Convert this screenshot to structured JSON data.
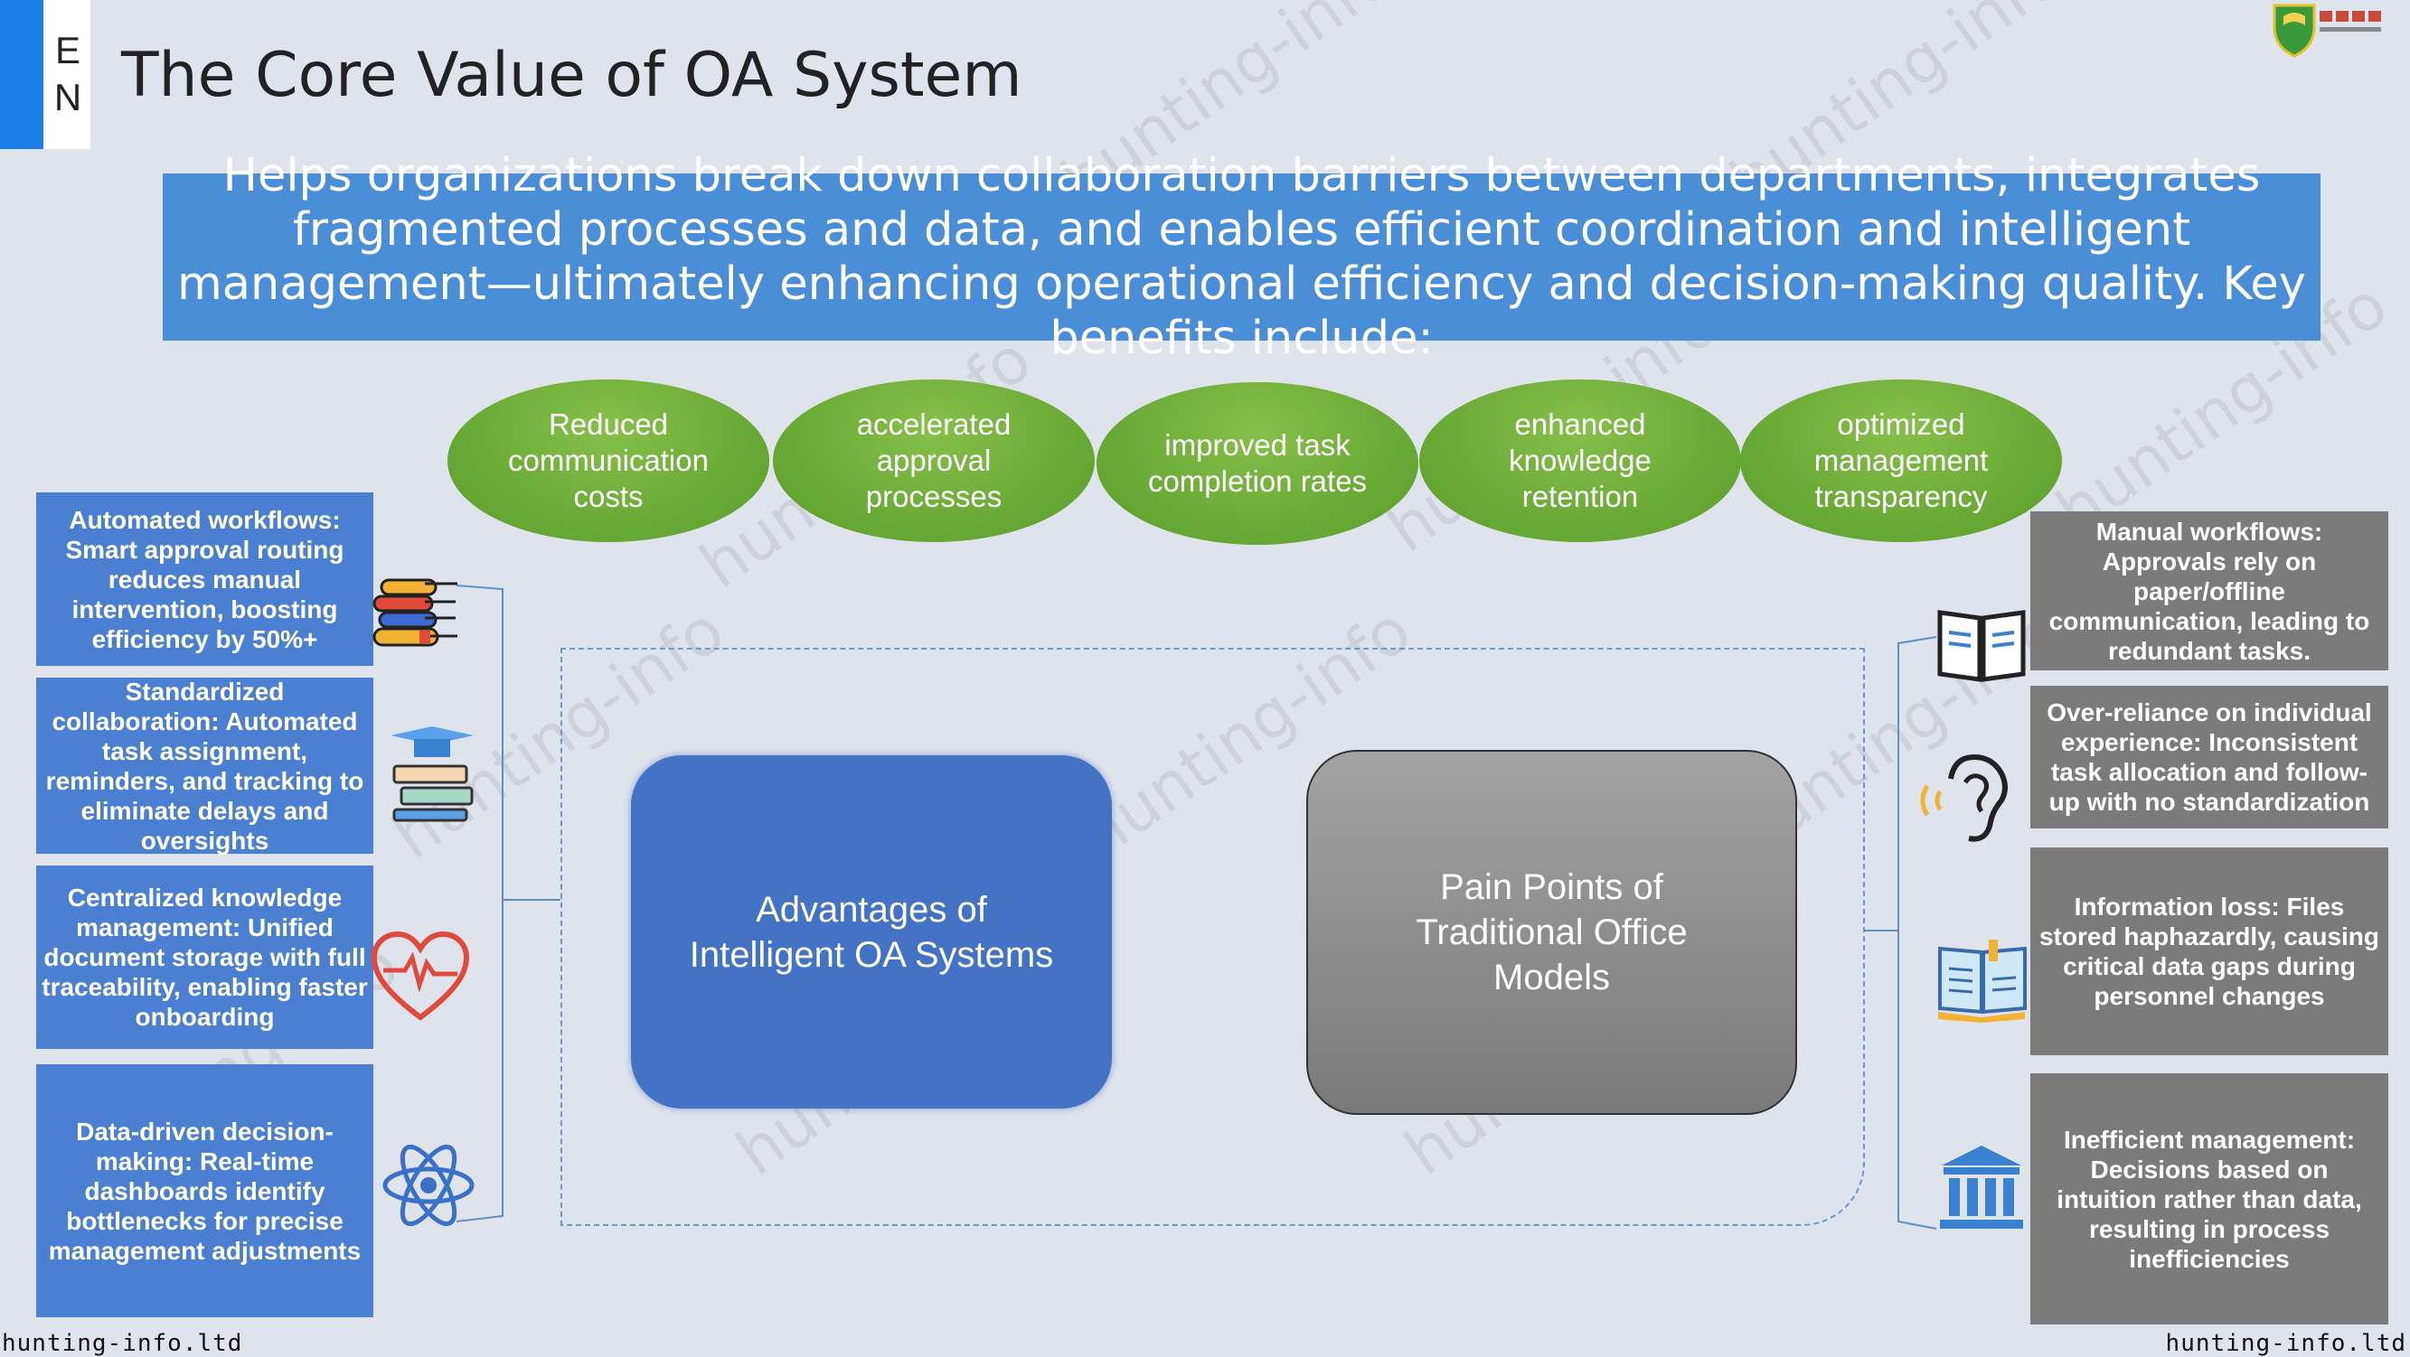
{
  "lang_tab": {
    "line1": "E",
    "line2": "N"
  },
  "title": "The Core Value of OA System",
  "banner": "Helps organizations break down collaboration barriers between departments, integrates fragmented processes and data, and enables efficient coordination and intelligent management—ultimately enhancing operational efficiency and decision-making quality. Key benefits include:",
  "benefits": [
    "Reduced communication costs",
    "accelerated approval processes",
    "improved task completion rates",
    "enhanced knowledge retention",
    "optimized management transparency"
  ],
  "advantages": {
    "title": "Advantages of Intelligent OA Systems",
    "items": [
      "Automated workflows: Smart approval routing reduces manual intervention, boosting efficiency by 50%+",
      "Standardized collaboration: Automated task assignment, reminders, and tracking to eliminate delays and oversights",
      "Centralized knowledge management: Unified document storage with full traceability, enabling faster onboarding",
      "Data-driven decision-making: Real-time dashboards identify bottlenecks for precise management adjustments"
    ]
  },
  "pain_points": {
    "title": "Pain Points of Traditional Office Models",
    "items": [
      "Manual workflows: Approvals rely on paper/offline communication, leading to redundant tasks.",
      "Over-reliance on individual experience: Inconsistent task allocation and follow-up with no standardization",
      "Information loss: Files stored haphazardly, causing critical data gaps during personnel changes",
      "Inefficient management: Decisions based on intuition rather than data, resulting in process inefficiencies"
    ]
  },
  "footer": {
    "left": "hunting-info.ltd",
    "right": "hunting-info.ltd"
  },
  "watermark": "hunting-info",
  "colors": {
    "accent_blue": "#4472c4",
    "banner_blue": "#4a8ed8",
    "oval_green": "#6aaa36",
    "pain_gray": "#7b7b7b",
    "tab_blue": "#1a7de8"
  },
  "icons": [
    "books-icon",
    "graduation-books-icon",
    "heartbeat-icon",
    "atom-icon",
    "open-book-icon",
    "ear-icon",
    "reading-book-icon",
    "bank-icon"
  ]
}
